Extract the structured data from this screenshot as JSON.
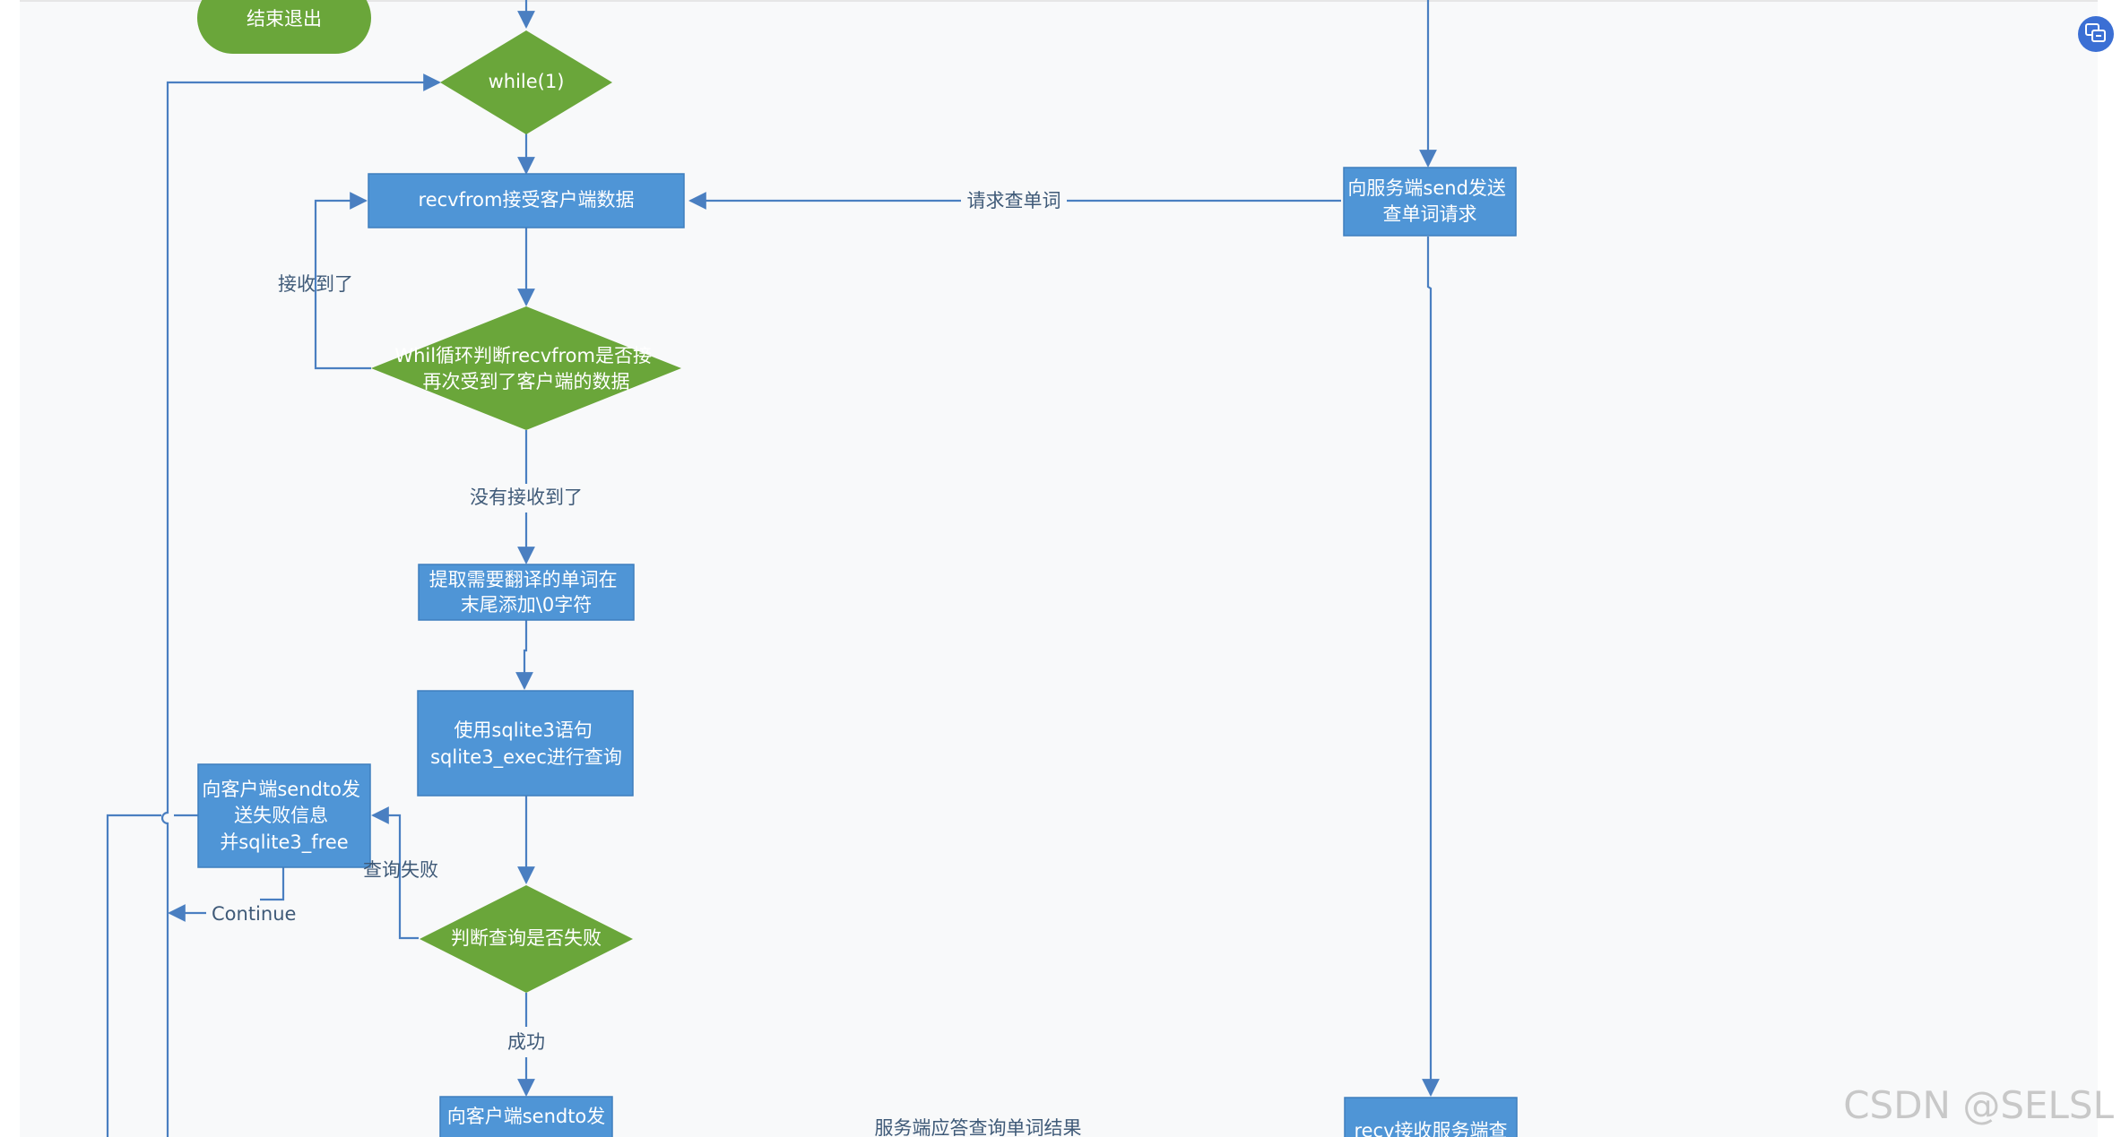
{
  "nodes": {
    "end_exit": "结束退出",
    "while_loop": "while(1)",
    "recvfrom": "recvfrom接受客户端数据",
    "check_recv": [
      "Whil循环判断recvfrom是否接",
      "再次受到了客户端的数据"
    ],
    "extract_word": [
      "提取需要翻译的单词在",
      "末尾添加\\0字符"
    ],
    "sqlite_query": [
      "使用sqlite3语句",
      "sqlite3_exec进行查询"
    ],
    "send_fail": [
      "向客户端sendto发",
      "送失败信息",
      "并sqlite3_free"
    ],
    "check_fail": "判断查询是否失败",
    "send_success": "向客户端sendto发",
    "client_send": [
      "向服务端send发送",
      "查单词请求"
    ],
    "client_recv": "recv接收服务端查"
  },
  "edges": {
    "request_lookup": "请求查单词",
    "received": "接收到了",
    "not_received": "没有接收到了",
    "query_failed": "查询失败",
    "continue": "Continue",
    "success": "成功",
    "server_reply": "服务端应答查询单词结果"
  },
  "watermark": "CSDN @SELSL",
  "colors": {
    "process_blue": "#4f95d6",
    "decision_green": "#6aa63a",
    "edge_blue": "#4a7fc1",
    "canvas_bg": "#f8f9fa"
  },
  "icons": {
    "corner_button": "translate-icon"
  }
}
